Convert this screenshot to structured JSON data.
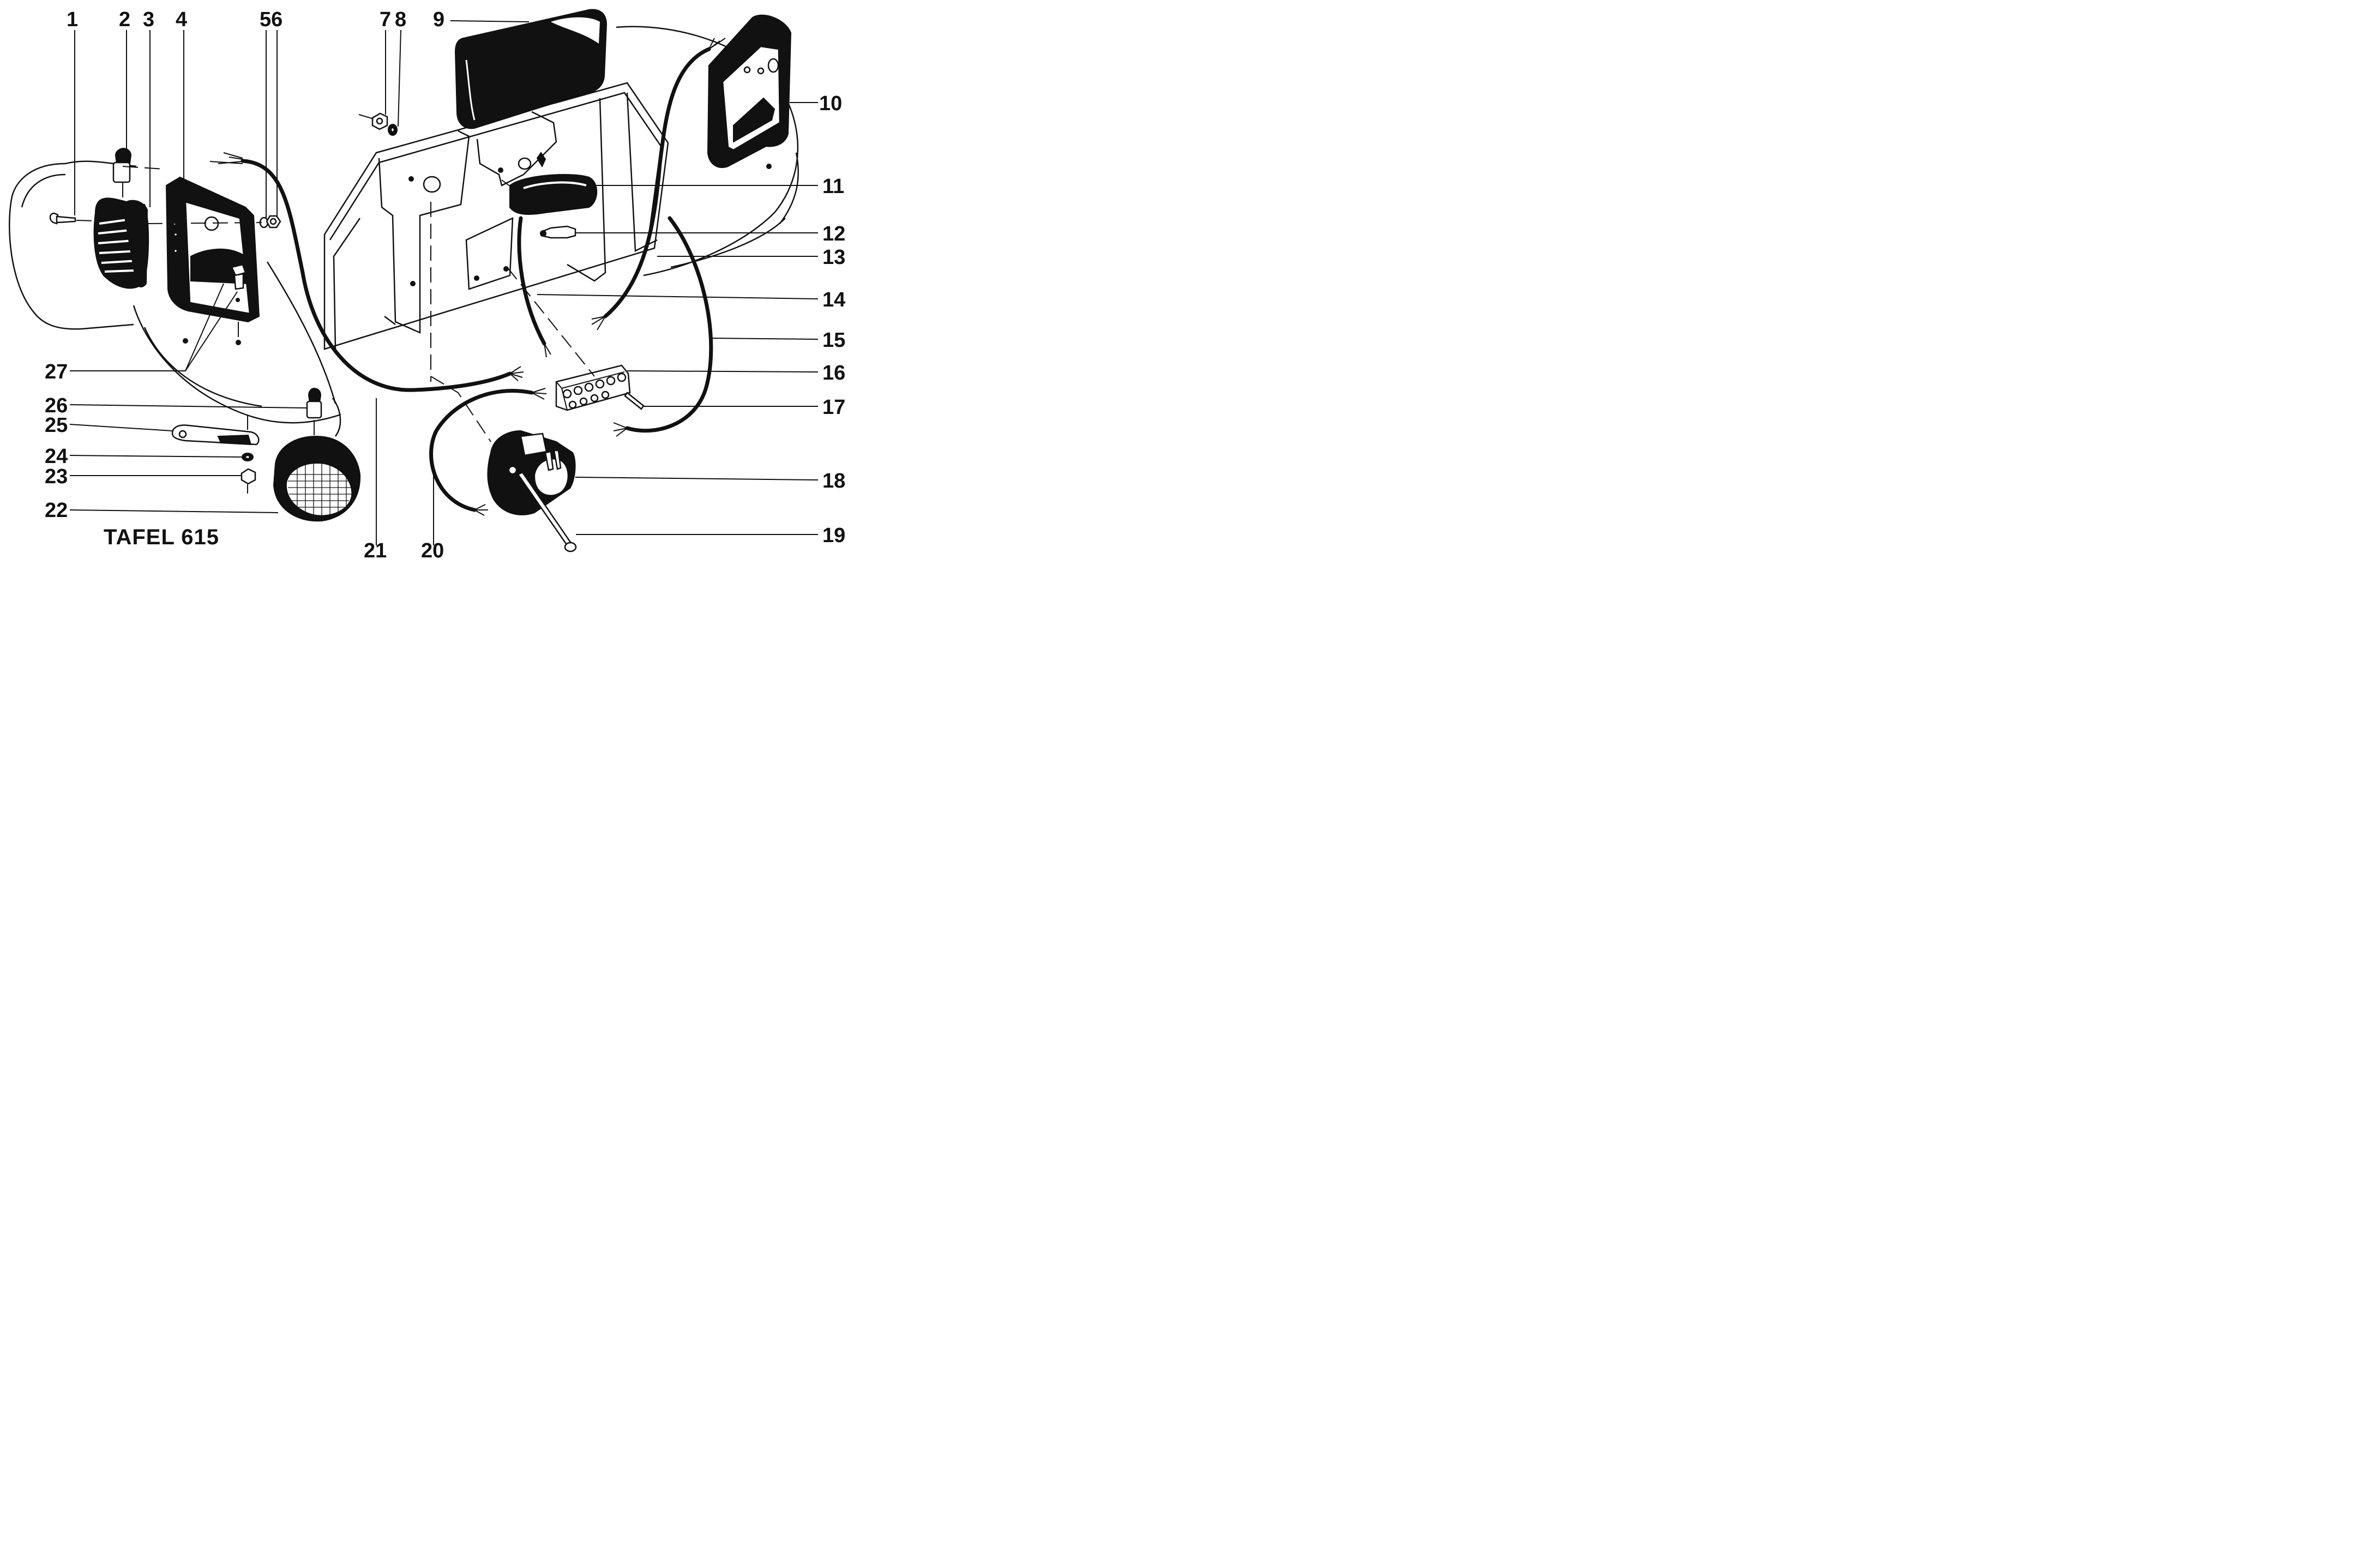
{
  "title": "TAFEL 615",
  "callouts": [
    "1",
    "2",
    "3",
    "4",
    "56",
    "7",
    "8",
    "9",
    "10",
    "11",
    "12",
    "13",
    "14",
    "15",
    "16",
    "17",
    "18",
    "19",
    "20",
    "21",
    "22",
    "23",
    "24",
    "25",
    "26",
    "27"
  ]
}
